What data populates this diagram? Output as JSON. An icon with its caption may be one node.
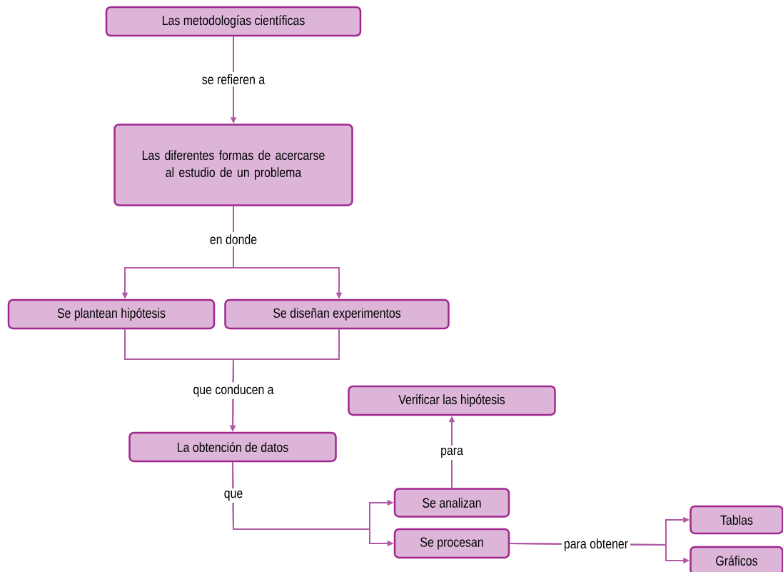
{
  "diagram": {
    "nodes": [
      {
        "text": [
          "Las metodologías científicas"
        ]
      },
      {
        "text": [
          "Las diferentes formas de acercarse al estudio de un problema"
        ]
      },
      {
        "text": [
          "Se plantean hipótesis"
        ]
      },
      {
        "text": [
          "Se diseñan experimentos"
        ]
      },
      {
        "text": [
          "La obtención de datos"
        ]
      },
      {
        "text": [
          "Verificar las hipótesis"
        ]
      },
      {
        "text": [
          "Se analizan"
        ]
      },
      {
        "text": [
          "Se procesan"
        ]
      },
      {
        "text": [
          "Tablas"
        ]
      },
      {
        "text": [
          "Gráficos"
        ]
      }
    ],
    "edges": [
      {
        "from": 0,
        "to": 1,
        "arrow": "to",
        "label": "se refieren a"
      },
      {
        "from": 1,
        "to": 2,
        "arrow": "to",
        "label": "en donde"
      },
      {
        "from": 1,
        "to": 3,
        "arrow": "to"
      },
      {
        "from": 2,
        "to": 4,
        "arrow": "to",
        "label": "que conducen a"
      },
      {
        "from": 3,
        "to": 4,
        "arrow": "to"
      },
      {
        "from": 4,
        "to": 6,
        "arrow": "to",
        "label": "que"
      },
      {
        "from": 4,
        "to": 7,
        "arrow": "to"
      },
      {
        "from": 6,
        "to": 5,
        "arrow": "to",
        "label": "para"
      },
      {
        "from": 7,
        "to": 8,
        "arrow": "to",
        "label": "para obtener"
      },
      {
        "from": 7,
        "to": 9,
        "arrow": "to"
      }
    ]
  }
}
